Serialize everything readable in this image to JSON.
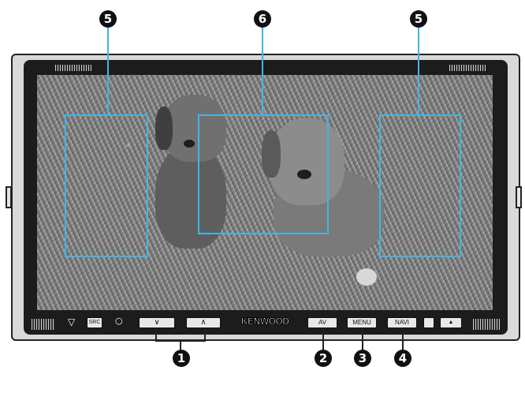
{
  "callouts": {
    "five_left": "5",
    "six": "6",
    "five_right": "5",
    "one": "1",
    "two": "2",
    "three": "3",
    "four": "4"
  },
  "panel": {
    "brand": "KENWOOD",
    "src_label": "SRC",
    "down_glyph": "∨",
    "up_glyph": "∧",
    "attenuate_glyph": "▽",
    "reset_glyph": "○",
    "av_label": "AV",
    "menu_label": "MENU",
    "navi_label": "NAVI",
    "eject_glyph": "▲"
  },
  "colors": {
    "highlight": "#41b4e8",
    "callout": "#111111"
  }
}
